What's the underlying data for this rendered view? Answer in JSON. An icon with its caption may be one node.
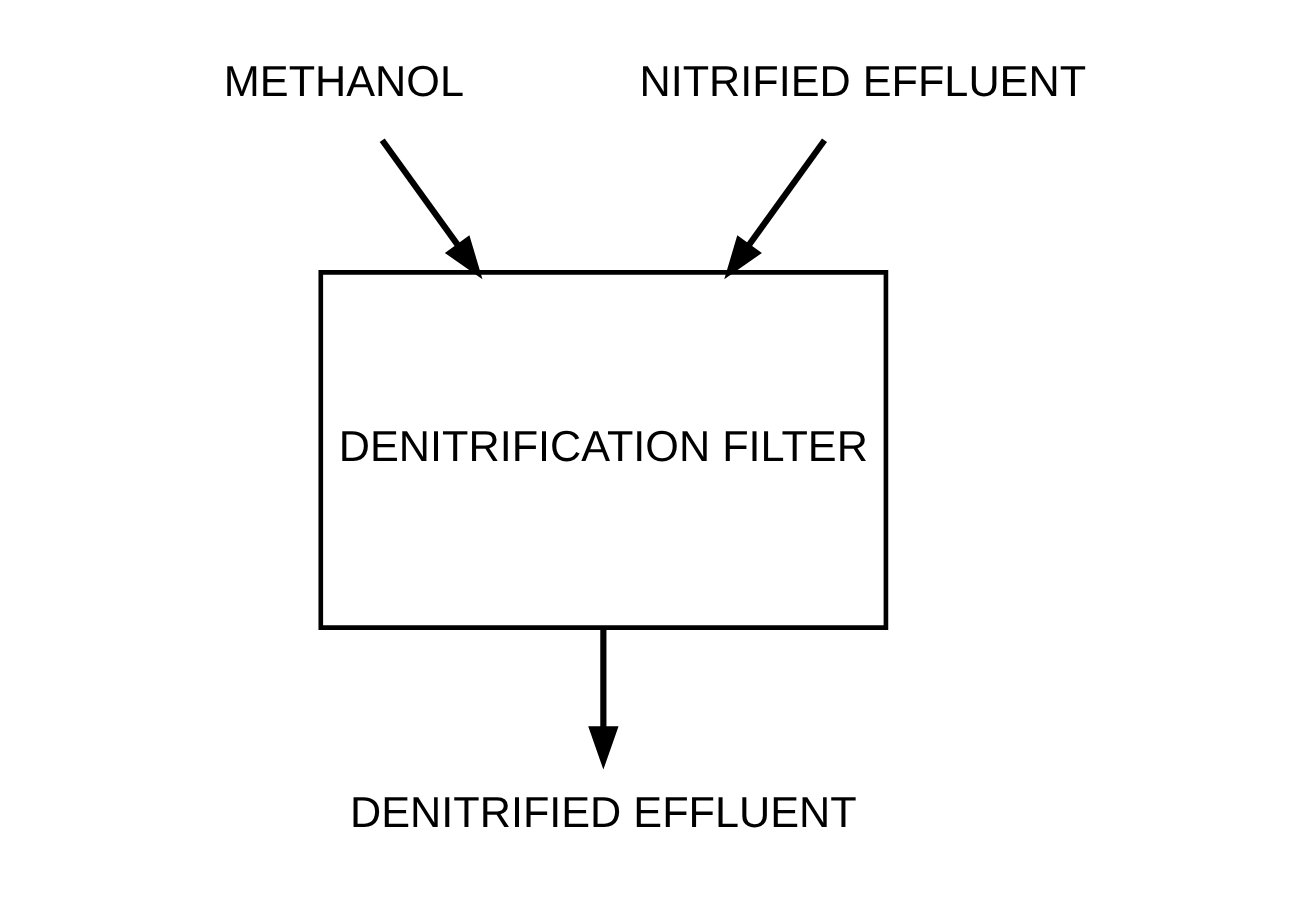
{
  "diagram": {
    "nodes": [
      {
        "text": [
          "METHANOL"
        ]
      },
      {
        "text": [
          "NITRIFIED EFFLUENT"
        ]
      },
      {
        "text": [
          "DENITRIFICATION FILTER"
        ]
      },
      {
        "text": [
          "DENITRIFIED EFFLUENT"
        ]
      }
    ],
    "edges": [
      {
        "from": 0,
        "to": 2,
        "arrow": "to"
      },
      {
        "from": 1,
        "to": 2,
        "arrow": "to"
      },
      {
        "from": 2,
        "to": 3,
        "arrow": "to"
      }
    ]
  }
}
